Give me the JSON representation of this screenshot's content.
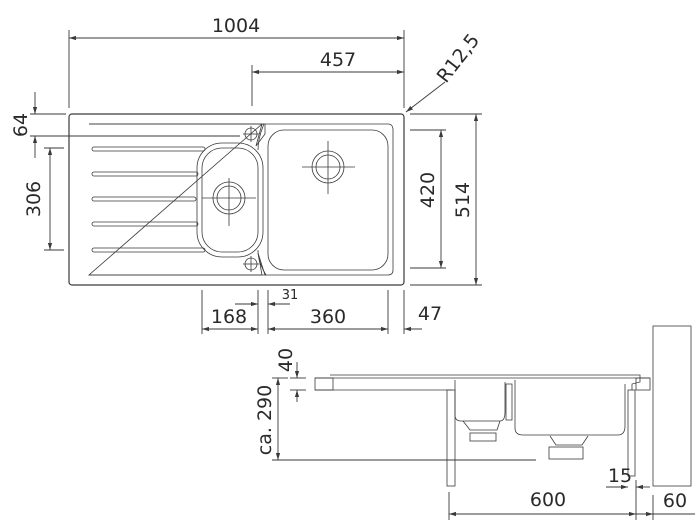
{
  "top_view": {
    "dimensions": {
      "overall_width": "1004",
      "bowl_offset_width": "457",
      "corner_radius": "R12,5",
      "tap_hole_offset": "64",
      "small_bowl_depth": "306",
      "large_bowl_depth": "420",
      "overall_depth": "514",
      "small_bowl_width": "168",
      "bowl_gap": "31",
      "large_bowl_width": "360",
      "edge_margin": "47"
    }
  },
  "side_view": {
    "dimensions": {
      "rim_height": "40",
      "bowl_depth": "ca. 290",
      "cabinet_wall": "15",
      "cabinet_width": "600",
      "wall_gap": "60"
    }
  },
  "colors": {
    "line": "#3a3a3a",
    "background": "#ffffff"
  }
}
